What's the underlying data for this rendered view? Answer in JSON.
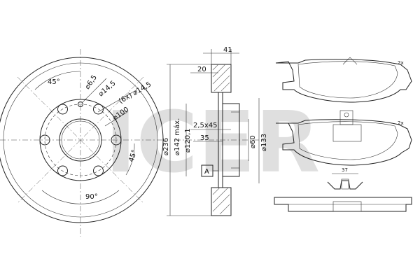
{
  "watermark": "ICER",
  "disc_front": {
    "angle_top": "45°",
    "angle_right": "45°",
    "angle_bottom": "90°",
    "dia_bolt": "6,5",
    "dia_hole": "14,5",
    "holes_spec": "(6x)",
    "dia_holes": "14,5",
    "dia_pcd": "100"
  },
  "disc_section": {
    "total_width": "41",
    "hub_width": "20",
    "chamfer": "2,5x45",
    "dim_35": "35",
    "dia_outer": "236",
    "dia_max": "142 máx.",
    "dia_center": "120,1",
    "dia_60": "60",
    "dia_133": "133",
    "section_marker": "A"
  },
  "pads": {
    "qty_top": "2x",
    "qty_bottom": "2x",
    "spring_dim": "37"
  }
}
